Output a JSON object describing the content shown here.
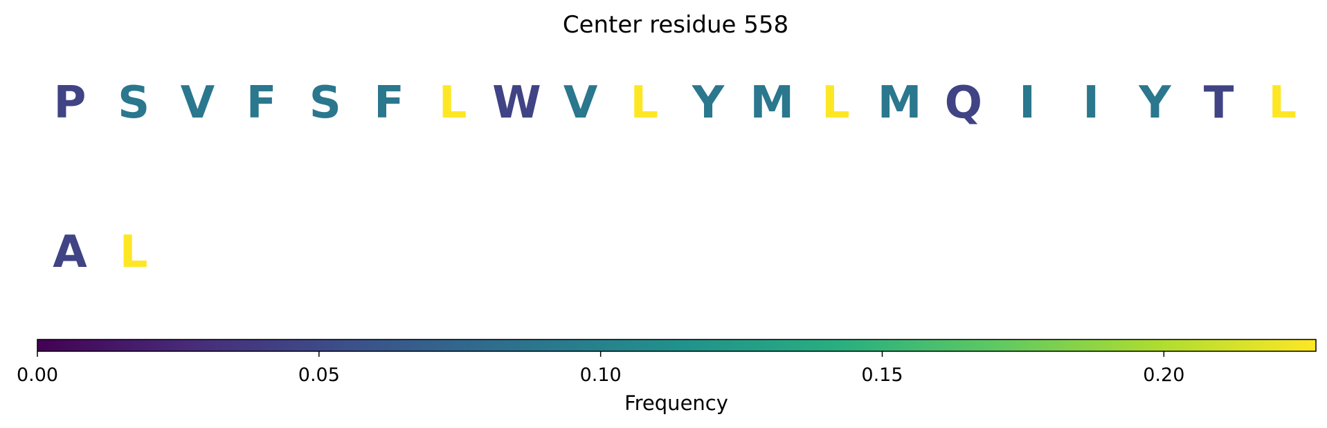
{
  "chart_data": {
    "type": "sequence-logo",
    "title": "Center residue 558",
    "residues": [
      {
        "letter": "P",
        "frequency": 0.045
      },
      {
        "letter": "S",
        "frequency": 0.09
      },
      {
        "letter": "V",
        "frequency": 0.09
      },
      {
        "letter": "F",
        "frequency": 0.09
      },
      {
        "letter": "S",
        "frequency": 0.09
      },
      {
        "letter": "F",
        "frequency": 0.09
      },
      {
        "letter": "L",
        "frequency": 0.227
      },
      {
        "letter": "W",
        "frequency": 0.045
      },
      {
        "letter": "V",
        "frequency": 0.09
      },
      {
        "letter": "L",
        "frequency": 0.227
      },
      {
        "letter": "Y",
        "frequency": 0.09
      },
      {
        "letter": "M",
        "frequency": 0.09
      },
      {
        "letter": "L",
        "frequency": 0.227
      },
      {
        "letter": "M",
        "frequency": 0.09
      },
      {
        "letter": "Q",
        "frequency": 0.045
      },
      {
        "letter": "I",
        "frequency": 0.09
      },
      {
        "letter": "I",
        "frequency": 0.09
      },
      {
        "letter": "Y",
        "frequency": 0.09
      },
      {
        "letter": "T",
        "frequency": 0.045
      },
      {
        "letter": "L",
        "frequency": 0.227
      },
      {
        "letter": "A",
        "frequency": 0.045
      },
      {
        "letter": "L",
        "frequency": 0.227
      }
    ],
    "colorbar": {
      "label": "Frequency",
      "range": [
        0.0,
        0.227
      ],
      "ticks": [
        0.0,
        0.05,
        0.1,
        0.15,
        0.2
      ],
      "tick_labels": [
        "0.00",
        "0.05",
        "0.10",
        "0.15",
        "0.20"
      ],
      "colormap": "viridis"
    }
  }
}
